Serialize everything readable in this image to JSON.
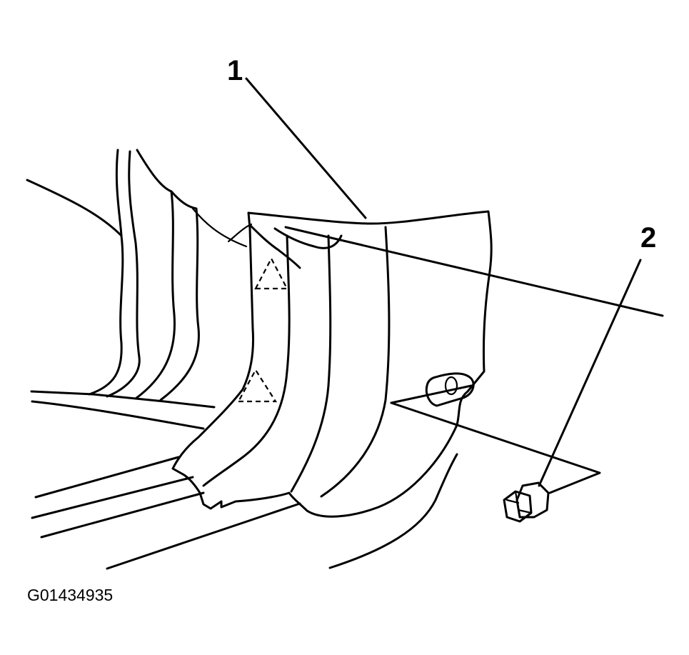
{
  "diagram": {
    "callouts": [
      {
        "id": "1",
        "label": "1"
      },
      {
        "id": "2",
        "label": "2"
      }
    ],
    "figure_id": "G01434935"
  }
}
